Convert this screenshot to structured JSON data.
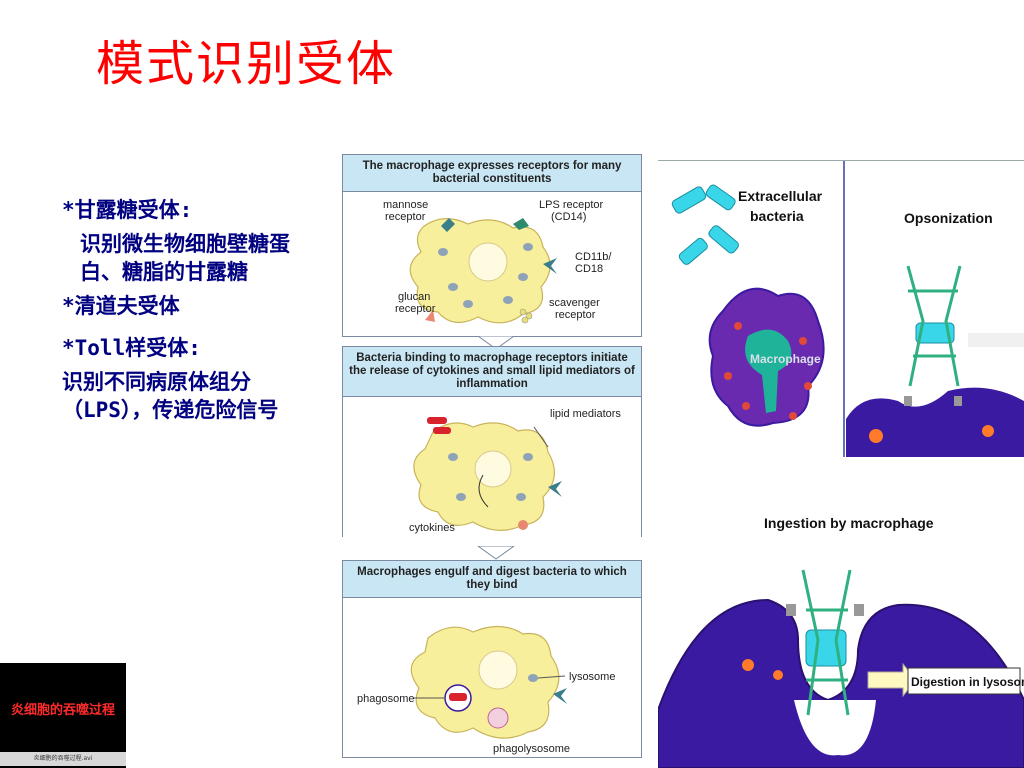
{
  "slide": {
    "title": "模式识别受体"
  },
  "left_text": {
    "line1": "*甘露糖受体:",
    "line2": "识别微生物细胞壁糖蛋白、糖脂的甘露糖",
    "line3": "*清道夫受体",
    "line4": "*Toll样受体:",
    "line5": "识别不同病原体组分（LPS），传递危险信号"
  },
  "panels": {
    "p1": {
      "header": "The macrophage expresses receptors for many bacterial constituents",
      "labels": {
        "mannose": "mannose receptor",
        "lps": "LPS  receptor (CD14)",
        "cd11b": "CD11b/ CD18",
        "glucan": "glucan receptor",
        "scavenger": "scavenger receptor"
      }
    },
    "p2": {
      "header": "Bacteria  binding  to  macrophage receptors initiate  the  release  of  cytokines  and  small lipid  mediators  of  inflammation",
      "labels": {
        "lipid": "lipid mediators",
        "cytokines": "cytokines"
      }
    },
    "p3": {
      "header": "Macrophages engulf and digest bacteria to which they bind",
      "labels": {
        "lysosome": "lysosome",
        "phagosome": "phagosome",
        "phagolysosome": "phagolysosome"
      }
    }
  },
  "right_figure": {
    "extracellular": "Extracellular bacteria",
    "opsonization": "Opsonization",
    "macrophage": "Macrophage",
    "ingestion": "Ingestion by macrophage",
    "digestion": "Digestion in lysosome"
  },
  "thumbnail": {
    "title": "炎细胞的吞噬过程",
    "caption": "炎细胞的吞噬过程.avi"
  },
  "colors": {
    "title": "#ff0000",
    "text": "#000080",
    "header_bg": "#c9e6f4",
    "cell": "#f7ef9c",
    "purple": "#3a1aa0"
  }
}
